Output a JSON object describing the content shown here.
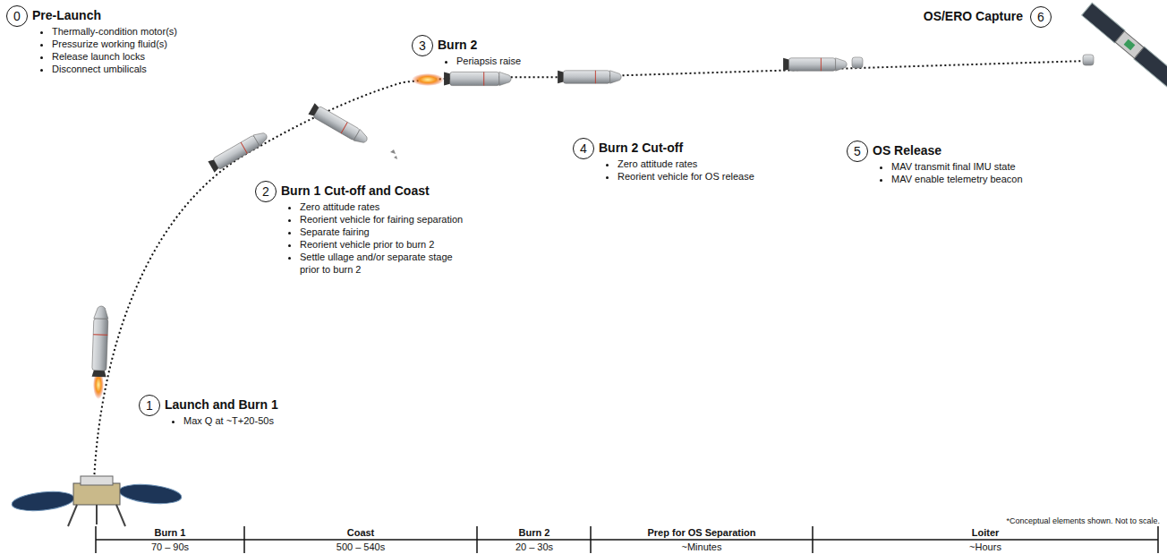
{
  "diagram": {
    "nodes": [
      {
        "text": [
          "0",
          "Pre-Launch",
          "Thermally-condition motor(s)",
          "Pressurize working fluid(s)",
          "Release launch locks",
          "Disconnect umbilicals"
        ]
      },
      {
        "text": [
          "1",
          "Launch and Burn 1",
          "Max Q at ~T+20-50s"
        ]
      },
      {
        "text": [
          "2",
          "Burn 1 Cut-off and Coast",
          "Zero attitude rates",
          "Reorient vehicle for fairing separation",
          "Separate fairing",
          "Reorient vehicle prior to burn 2",
          "Settle ullage and/or separate stage prior to burn 2"
        ]
      },
      {
        "text": [
          "3",
          "Burn 2",
          "Periapsis raise"
        ]
      },
      {
        "text": [
          "4",
          "Burn 2 Cut-off",
          "Zero attitude rates",
          "Reorient vehicle for OS release"
        ]
      },
      {
        "text": [
          "5",
          "OS Release",
          "MAV transmit final IMU state",
          "MAV enable telemetry beacon"
        ]
      },
      {
        "text": [
          "6",
          "OS/ERO Capture"
        ]
      }
    ],
    "labels": [
      "Burn 1",
      "70 – 90s",
      "Coast",
      "500 – 540s",
      "Burn 2",
      "20 – 30s",
      "Prep for OS Separation",
      "~Minutes",
      "Loiter",
      "~Hours",
      "*Conceptual elements shown. Not to scale."
    ]
  }
}
